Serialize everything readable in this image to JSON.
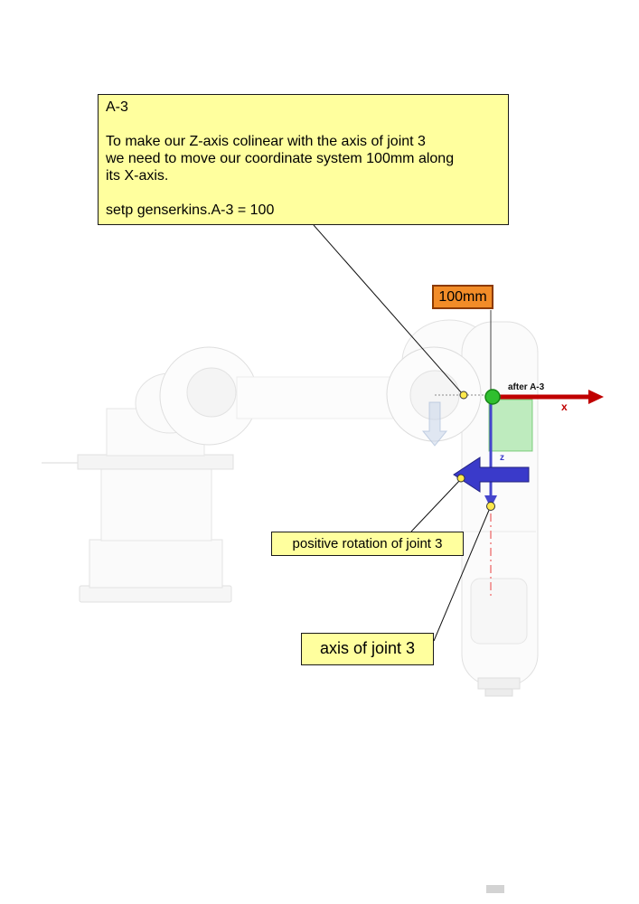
{
  "annotations": {
    "a3_box": {
      "title": "A-3",
      "body": [
        "To make our Z-axis colinear with the axis of joint 3",
        "we need to move our coordinate system 100mm along",
        "its X-axis."
      ],
      "command": "setp genserkins.A-3 = 100"
    },
    "measurement": "100mm",
    "after_a3": "after A-3",
    "x": "x",
    "z": "z",
    "rotation_box": "positive rotation of joint 3",
    "axis_box": "axis of joint 3"
  },
  "colors": {
    "callout_bg": "#FFFF9E",
    "measurement_bg": "#F28C28",
    "measurement_border": "#8B3A00",
    "x_axis_red": "#C00000",
    "z_axis_blue": "#4545CC",
    "rotation_arrow_blue": "#3A3ACA",
    "origin_green": "#2FBF2F",
    "translated_region_green": "#3EC93E",
    "anchor_dot_yellow": "#FFE94D",
    "centerline_red": "#F08080"
  }
}
